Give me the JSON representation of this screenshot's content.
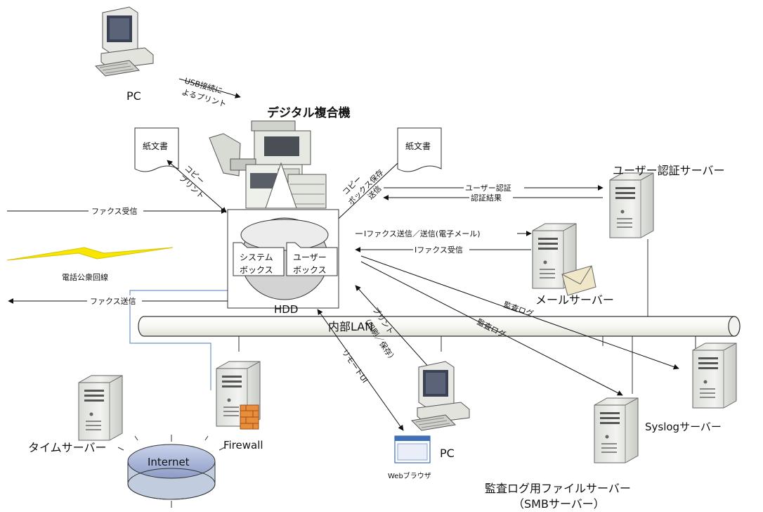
{
  "diagram": {
    "title": "デジタル複合機",
    "nodes": {
      "pc_top": "PC",
      "paper_left": "紙文書",
      "paper_right": "紙文書",
      "system_box_line1": "システム",
      "system_box_line2": "ボックス",
      "user_box_line1": "ユーザー",
      "user_box_line2": "ボックス",
      "hdd": "HDD",
      "auth_server": "ユーザー認証サーバー",
      "mail_server": "メールサーバー",
      "lan": "内部LAN",
      "phone_line": "電話公衆回線",
      "time_server": "タイムサーバー",
      "internet": "Internet",
      "firewall": "Firewall",
      "pc_bottom": "PC",
      "web_browser": "Webブラウザ",
      "syslog_server": "Syslogサーバー",
      "smb_server_line1": "監査ログ用ファイルサーバー",
      "smb_server_line2": "（SMBサーバー）"
    },
    "edges": {
      "usb_line1": "USB接続に",
      "usb_line2": "よるプリント",
      "copy_line1": "コピー",
      "copy_line2": "プリント",
      "copy_box_line1": "コピー",
      "copy_box_line2": "ボックス保存",
      "copy_box_line3": "送信",
      "user_auth": "ユーザー認証",
      "auth_result": "認証結果",
      "fax_receive": "ファクス受信",
      "ifax_send": "Iファクス送信／送信(電子メール)",
      "ifax_receive": "Iファクス受信",
      "fax_send": "ファクス送信",
      "audit_log_1": "監査ログ",
      "audit_log_2": "監査ログ",
      "print_line1": "プリント",
      "print_line2": "（印刷／保存）",
      "remote_ui": "リモートUI"
    }
  }
}
